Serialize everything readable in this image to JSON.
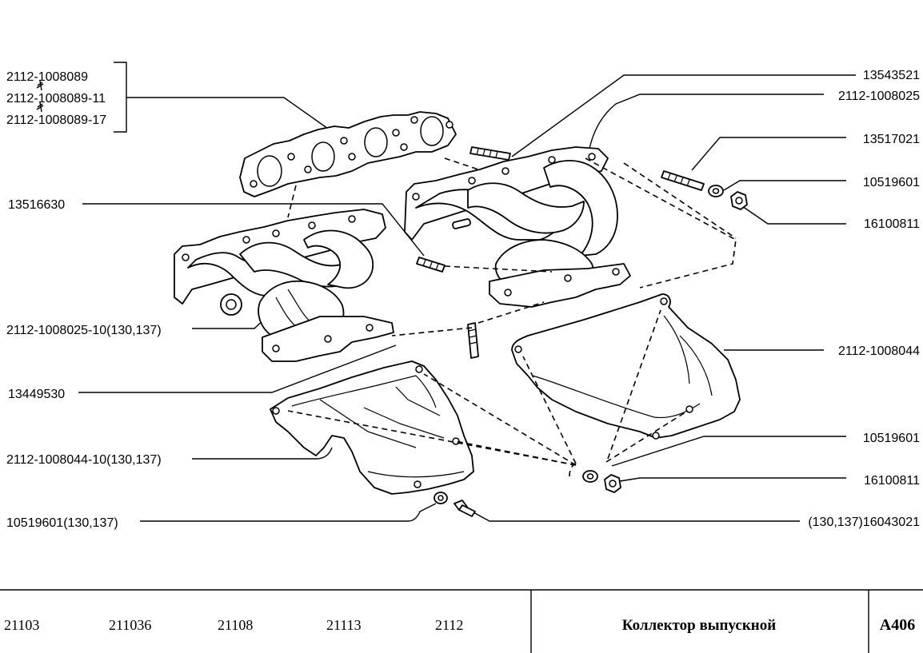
{
  "callouts_left": [
    "2112-1008089",
    "2112-1008089-11",
    "2112-1008089-17",
    "13516630",
    "2112-1008025-10(130,137)",
    "13449530",
    "2112-1008044-10(130,137)",
    "10519601(130,137)"
  ],
  "callouts_right": [
    "13543521",
    "2112-1008025",
    "13517021",
    "10519601",
    "16100811",
    "2112-1008044",
    "10519601",
    "16100811",
    "(130,137)16043021"
  ],
  "footer": {
    "models": [
      "21103",
      "211036",
      "21108",
      "21113",
      "2112"
    ],
    "title": "Коллектор выпускной",
    "code": "А406"
  }
}
